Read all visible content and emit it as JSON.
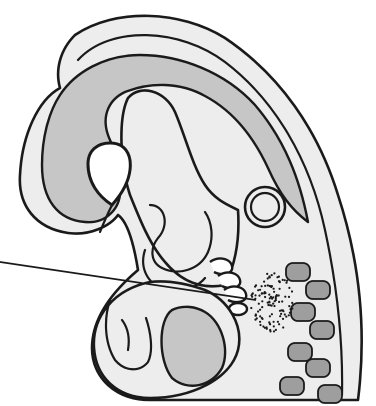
{
  "figure": {
    "subject": "embryo-sagittal-section",
    "colors": {
      "outline": "#1a1a1a",
      "body_fill": "#ededed",
      "cavity_fill": "#c6c6c6",
      "somite_fill": "#9e9e9e",
      "background": "#ffffff"
    },
    "somite_count": 8,
    "stipple_dot_count": 150
  }
}
